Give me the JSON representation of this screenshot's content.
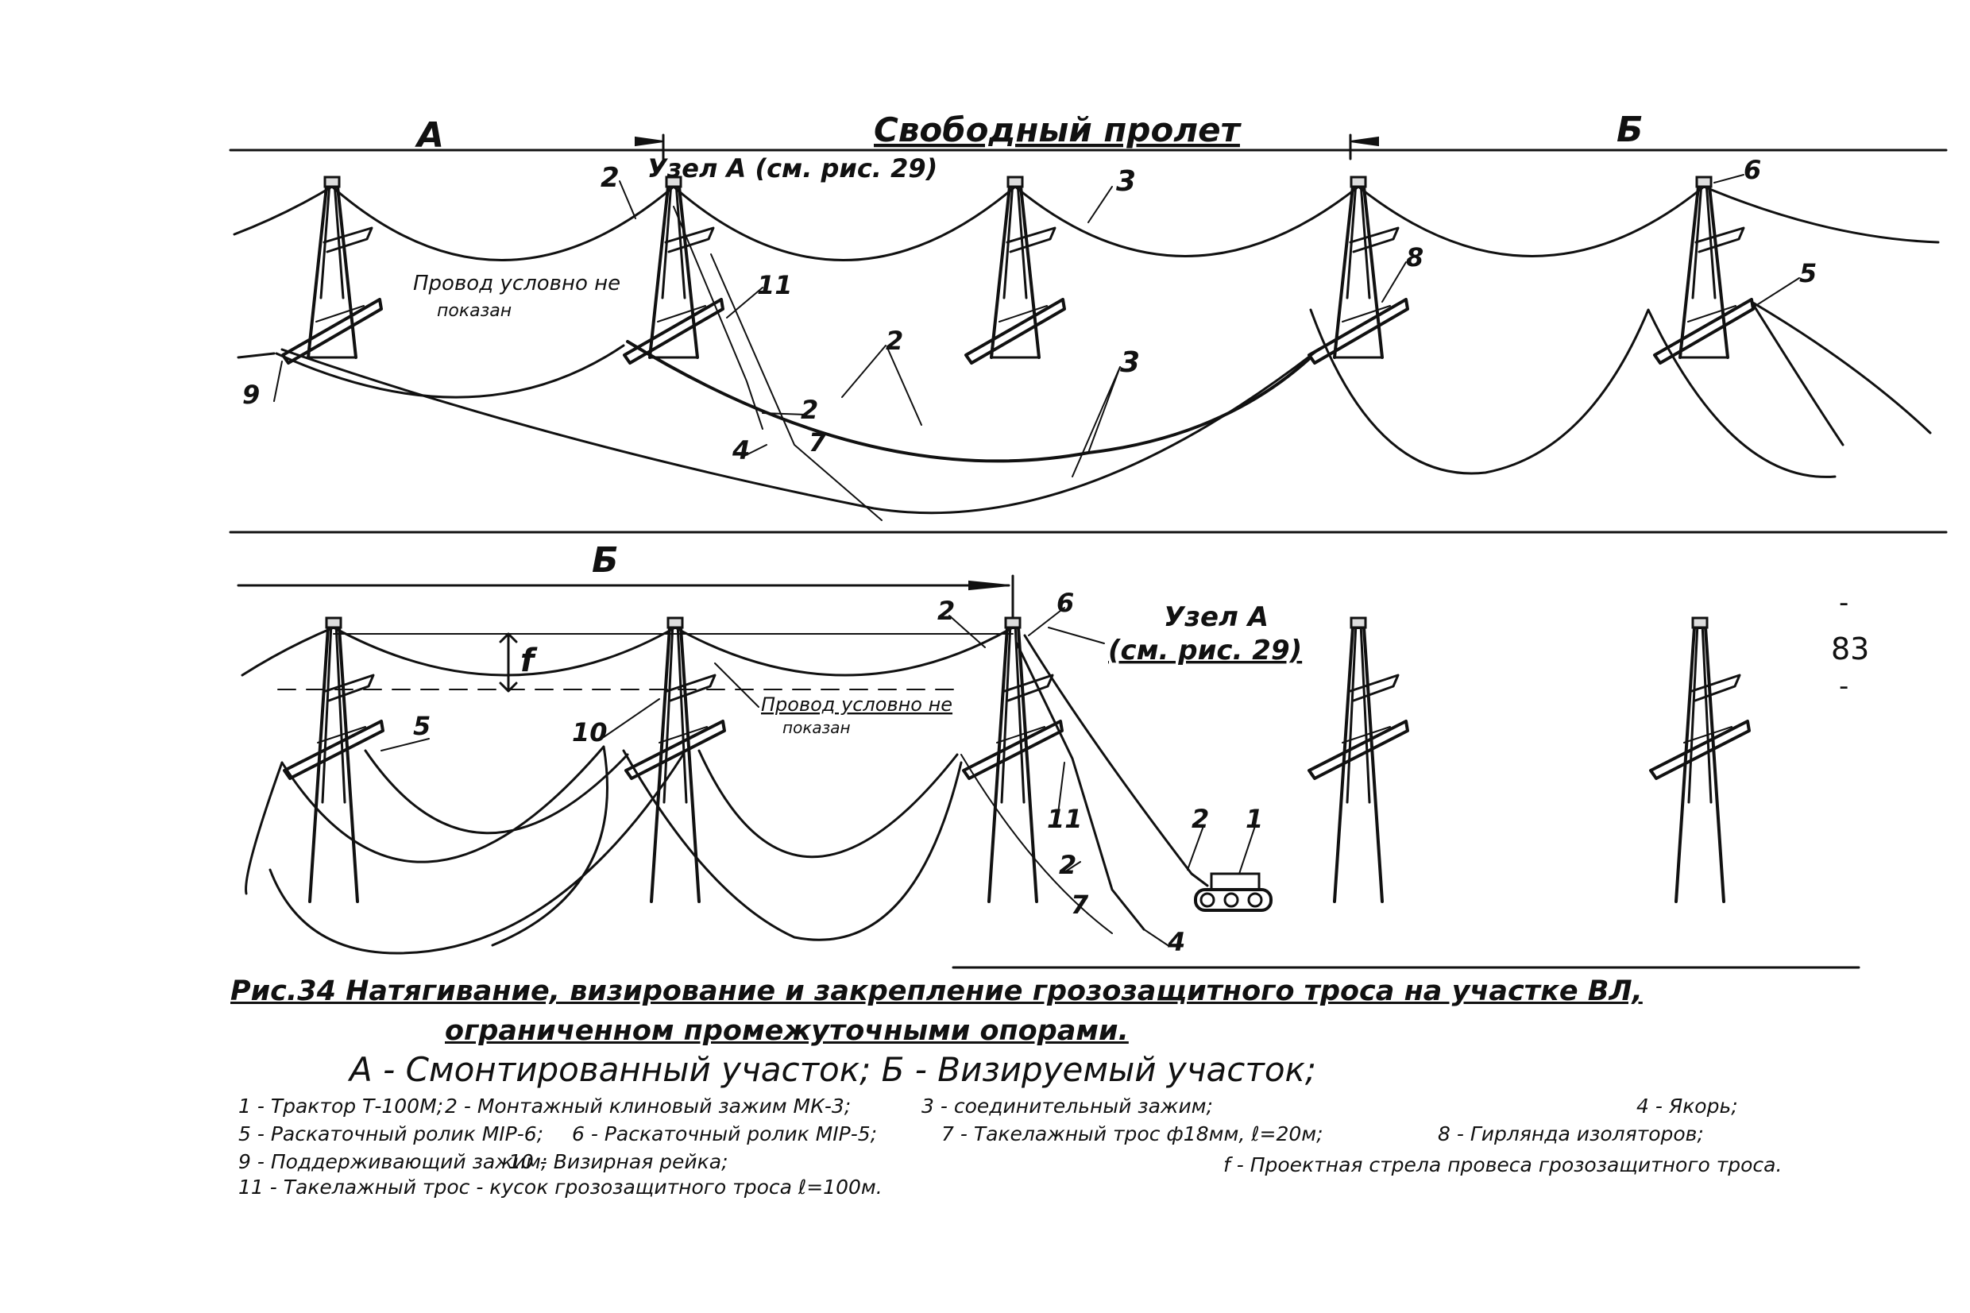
{
  "top_panel": {
    "label_a": "А",
    "label_free_span": "Свободный пролет",
    "label_b": "Б",
    "node_label": "Узел А (см. рис. 29)",
    "wire_note": [
      "Провод условно не",
      "показан"
    ],
    "callouts": {
      "n2": "2",
      "n3": "3",
      "n6": "6",
      "n8": "8",
      "n5": "5",
      "n9": "9",
      "n11": "11",
      "n2b": "2",
      "n7": "7",
      "n4": "4",
      "n2c": "2",
      "n3b": "3"
    }
  },
  "bottom_panel": {
    "label_b": "Б",
    "sag_label": "f",
    "node_label_line1": "Узел А",
    "node_label_line2": "(см. рис. 29)",
    "wire_note": [
      "Провод условно не",
      "показан"
    ],
    "callouts": {
      "n2": "2",
      "n6": "6",
      "n5": "5",
      "n10": "10",
      "n11": "11",
      "n2b": "2",
      "n1": "1",
      "n2c": "2",
      "n7": "7",
      "n4": "4"
    }
  },
  "page_number": [
    "-",
    "83",
    "-"
  ],
  "caption": {
    "title_line1": "Рис.34 Натягивание, визирование и закрепление грозозащитного троса на участке ВЛ,",
    "title_line2": "ограниченном промежуточными опорами.",
    "subtitle": "А - Смонтированный участок; Б - Визируемый участок;"
  },
  "legend": [
    "1 - Трактор Т-100М;",
    "2 - Монтажный клиновый зажим МК-3;",
    "3 - соединительный зажим;",
    "4 - Якорь;",
    "5 - Раскаточный ролик МІР-6;",
    "6 - Раскаточный ролик МІР-5;",
    "7 - Такелажный трос ф18мм, ℓ=20м;",
    "8 - Гирлянда изоляторов;",
    "9 - Поддерживающий зажим;",
    "10 - Визирная рейка;",
    "f - Проектная стрела провеса грозозащитного троса.",
    "11 - Такелажный трос - кусок грозозащитного троса ℓ=100м."
  ]
}
